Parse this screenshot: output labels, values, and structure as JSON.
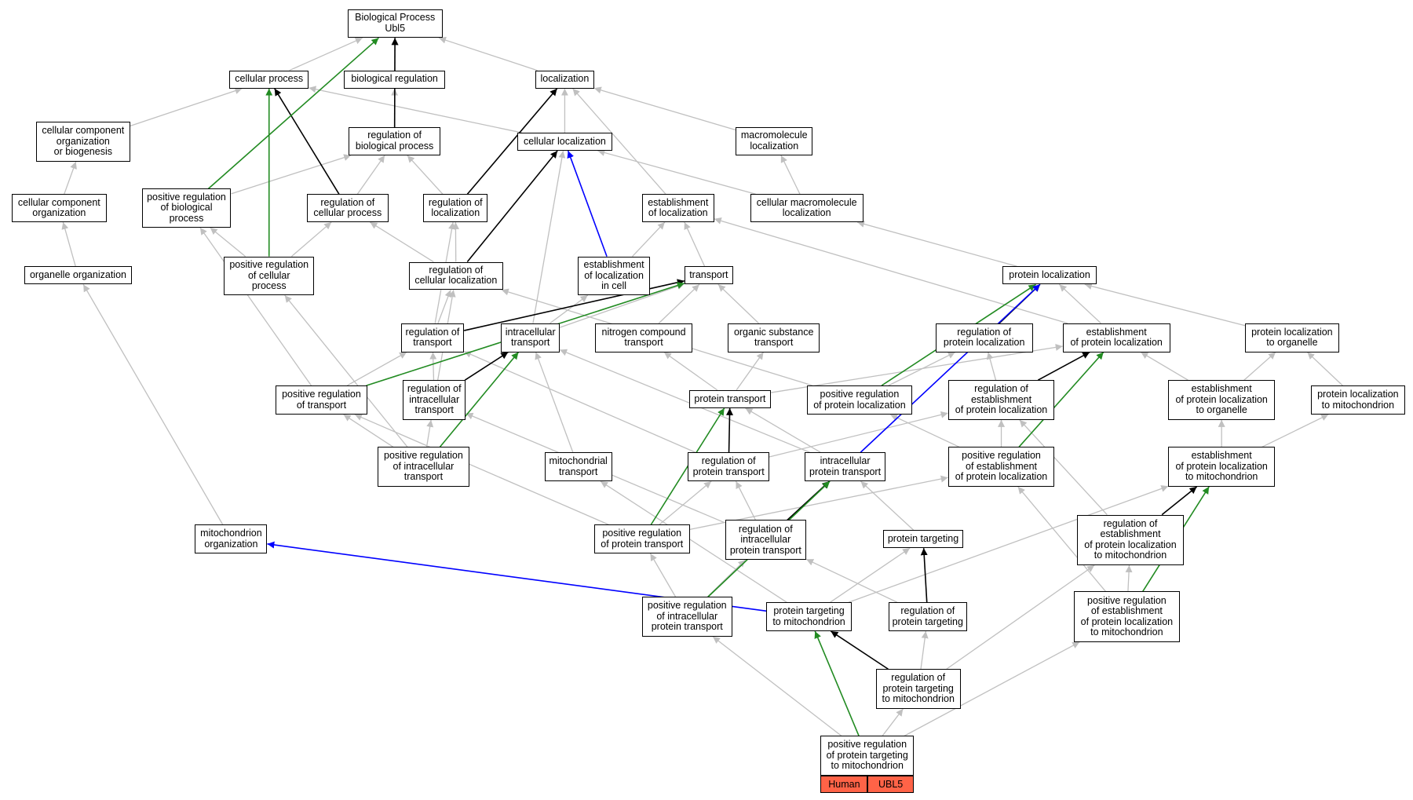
{
  "diagram": {
    "colors": {
      "is_a": "#c0c0c0",
      "part_of": "#000000",
      "positively_regulates": "#228b22",
      "occurs_in": "#0000ff",
      "annotation_fill": "#ff6347"
    },
    "nodes": [
      {
        "id": "bp",
        "label": "Biological Process\nUbl5"
      },
      {
        "id": "cp",
        "label": "cellular process"
      },
      {
        "id": "breg",
        "label": "biological regulation"
      },
      {
        "id": "loc",
        "label": "localization"
      },
      {
        "id": "ccob",
        "label": "cellular component\norganization\nor biogenesis"
      },
      {
        "id": "rbp",
        "label": "regulation of\nbiological process"
      },
      {
        "id": "cloc",
        "label": "cellular localization"
      },
      {
        "id": "mml",
        "label": "macromolecule\nlocalization"
      },
      {
        "id": "cco",
        "label": "cellular component\norganization"
      },
      {
        "id": "prbp",
        "label": "positive regulation\nof biological\nprocess"
      },
      {
        "id": "rcp",
        "label": "regulation of\ncellular process"
      },
      {
        "id": "rloc",
        "label": "regulation of\nlocalization"
      },
      {
        "id": "eloc",
        "label": "establishment\nof localization"
      },
      {
        "id": "cmml",
        "label": "cellular macromolecule\nlocalization"
      },
      {
        "id": "oo",
        "label": "organelle organization"
      },
      {
        "id": "prcp",
        "label": "positive regulation\nof cellular\nprocess"
      },
      {
        "id": "rcloc",
        "label": "regulation of\ncellular localization"
      },
      {
        "id": "elic",
        "label": "establishment\nof localization\nin cell"
      },
      {
        "id": "tr",
        "label": "transport"
      },
      {
        "id": "pl",
        "label": "protein localization"
      },
      {
        "id": "rtr",
        "label": "regulation of\ntransport"
      },
      {
        "id": "itr",
        "label": "intracellular\ntransport"
      },
      {
        "id": "nct",
        "label": "nitrogen compound\ntransport"
      },
      {
        "id": "ost",
        "label": "organic substance\ntransport"
      },
      {
        "id": "rpl",
        "label": "regulation of\nprotein localization"
      },
      {
        "id": "epl",
        "label": "establishment\nof protein localization"
      },
      {
        "id": "plo",
        "label": "protein localization\nto organelle"
      },
      {
        "id": "prtr",
        "label": "positive regulation\nof transport"
      },
      {
        "id": "ritr",
        "label": "regulation of\nintracellular\ntransport"
      },
      {
        "id": "ptr",
        "label": "protein transport"
      },
      {
        "id": "prpl",
        "label": "positive regulation\nof protein localization"
      },
      {
        "id": "repl",
        "label": "regulation of\nestablishment\nof protein localization"
      },
      {
        "id": "eplo",
        "label": "establishment\nof protein localization\nto organelle"
      },
      {
        "id": "plm",
        "label": "protein localization\nto mitochondrion"
      },
      {
        "id": "pritr",
        "label": "positive regulation\nof intracellular\ntransport"
      },
      {
        "id": "mtr",
        "label": "mitochondrial\ntransport"
      },
      {
        "id": "rptr",
        "label": "regulation of\nprotein transport"
      },
      {
        "id": "iptr",
        "label": "intracellular\nprotein transport"
      },
      {
        "id": "prepl",
        "label": "positive regulation\nof establishment\nof protein localization"
      },
      {
        "id": "eplm",
        "label": "establishment\nof protein localization\nto mitochondrion"
      },
      {
        "id": "mo",
        "label": "mitochondrion\norganization"
      },
      {
        "id": "prptr",
        "label": "positive regulation\nof protein transport"
      },
      {
        "id": "riptr",
        "label": "regulation of\nintracellular\nprotein transport"
      },
      {
        "id": "pt",
        "label": "protein targeting"
      },
      {
        "id": "reploc",
        "label": "regulation of\nestablishment\nof protein localization\nto mitochondrion"
      },
      {
        "id": "priptr",
        "label": "positive regulation\nof intracellular\nprotein transport"
      },
      {
        "id": "ptm",
        "label": "protein targeting\nto mitochondrion"
      },
      {
        "id": "rpt",
        "label": "regulation of\nprotein targeting"
      },
      {
        "id": "preplm",
        "label": "positive regulation\nof establishment\nof protein localization\nto mitochondrion"
      },
      {
        "id": "rptm",
        "label": "regulation of\nprotein targeting\nto mitochondrion"
      },
      {
        "id": "prptm",
        "label": "positive regulation\nof protein targeting\nto mitochondrion"
      }
    ],
    "annotation": {
      "species": "Human",
      "gene": "UBL5"
    },
    "edges": [
      {
        "from": "cp",
        "to": "bp",
        "type": "is_a"
      },
      {
        "from": "breg",
        "to": "bp",
        "type": "is_a"
      },
      {
        "from": "loc",
        "to": "bp",
        "type": "is_a"
      },
      {
        "from": "rbp",
        "to": "bp",
        "type": "part_of"
      },
      {
        "from": "prbp",
        "to": "bp",
        "type": "positively_regulates"
      },
      {
        "from": "ccob",
        "to": "cp",
        "type": "is_a"
      },
      {
        "from": "cloc",
        "to": "cp",
        "type": "is_a"
      },
      {
        "from": "rcp",
        "to": "cp",
        "type": "part_of"
      },
      {
        "from": "prcp",
        "to": "cp",
        "type": "positively_regulates"
      },
      {
        "from": "rbp",
        "to": "breg",
        "type": "is_a"
      },
      {
        "from": "cloc",
        "to": "loc",
        "type": "is_a"
      },
      {
        "from": "mml",
        "to": "loc",
        "type": "is_a"
      },
      {
        "from": "eloc",
        "to": "loc",
        "type": "is_a"
      },
      {
        "from": "rloc",
        "to": "loc",
        "type": "part_of"
      },
      {
        "from": "cco",
        "to": "ccob",
        "type": "is_a"
      },
      {
        "from": "prbp",
        "to": "rbp",
        "type": "is_a"
      },
      {
        "from": "rcp",
        "to": "rbp",
        "type": "is_a"
      },
      {
        "from": "rloc",
        "to": "rbp",
        "type": "is_a"
      },
      {
        "from": "cmml",
        "to": "cloc",
        "type": "is_a"
      },
      {
        "from": "itr",
        "to": "cloc",
        "type": "is_a"
      },
      {
        "from": "rcloc",
        "to": "cloc",
        "type": "part_of"
      },
      {
        "from": "elic",
        "to": "cloc",
        "type": "occurs_in"
      },
      {
        "from": "cmml",
        "to": "mml",
        "type": "is_a"
      },
      {
        "from": "oo",
        "to": "cco",
        "type": "is_a"
      },
      {
        "from": "prcp",
        "to": "prbp",
        "type": "is_a"
      },
      {
        "from": "prtr",
        "to": "prbp",
        "type": "is_a"
      },
      {
        "from": "prcp",
        "to": "rcp",
        "type": "is_a"
      },
      {
        "from": "rcloc",
        "to": "rcp",
        "type": "is_a"
      },
      {
        "from": "rcloc",
        "to": "rloc",
        "type": "is_a"
      },
      {
        "from": "elic",
        "to": "eloc",
        "type": "is_a"
      },
      {
        "from": "tr",
        "to": "eloc",
        "type": "is_a"
      },
      {
        "from": "epl",
        "to": "eloc",
        "type": "is_a"
      },
      {
        "from": "pl",
        "to": "cmml",
        "type": "is_a"
      },
      {
        "from": "mo",
        "to": "oo",
        "type": "is_a"
      },
      {
        "from": "pritr",
        "to": "prcp",
        "type": "is_a"
      },
      {
        "from": "rtr",
        "to": "rcloc",
        "type": "is_a"
      },
      {
        "from": "ritr",
        "to": "rcloc",
        "type": "is_a"
      },
      {
        "from": "prpl",
        "to": "rcloc",
        "type": "is_a"
      },
      {
        "from": "itr",
        "to": "elic",
        "type": "is_a"
      },
      {
        "from": "rtr",
        "to": "rloc",
        "type": "is_a"
      },
      {
        "from": "itr",
        "to": "tr",
        "type": "is_a"
      },
      {
        "from": "nct",
        "to": "tr",
        "type": "is_a"
      },
      {
        "from": "ost",
        "to": "tr",
        "type": "is_a"
      },
      {
        "from": "rtr",
        "to": "tr",
        "type": "part_of"
      },
      {
        "from": "prtr",
        "to": "tr",
        "type": "positively_regulates"
      },
      {
        "from": "rpl",
        "to": "pl",
        "type": "part_of"
      },
      {
        "from": "epl",
        "to": "pl",
        "type": "is_a"
      },
      {
        "from": "plo",
        "to": "pl",
        "type": "is_a"
      },
      {
        "from": "prpl",
        "to": "pl",
        "type": "positively_regulates"
      },
      {
        "from": "iptr",
        "to": "pl",
        "type": "occurs_in"
      },
      {
        "from": "prtr",
        "to": "rtr",
        "type": "is_a"
      },
      {
        "from": "ritr",
        "to": "rtr",
        "type": "is_a"
      },
      {
        "from": "rptr",
        "to": "rtr",
        "type": "is_a"
      },
      {
        "from": "ritr",
        "to": "itr",
        "type": "part_of"
      },
      {
        "from": "mtr",
        "to": "itr",
        "type": "is_a"
      },
      {
        "from": "iptr",
        "to": "itr",
        "type": "is_a"
      },
      {
        "from": "pritr",
        "to": "itr",
        "type": "positively_regulates"
      },
      {
        "from": "ptr",
        "to": "nct",
        "type": "is_a"
      },
      {
        "from": "ptr",
        "to": "ost",
        "type": "is_a"
      },
      {
        "from": "prpl",
        "to": "rpl",
        "type": "is_a"
      },
      {
        "from": "repl",
        "to": "rpl",
        "type": "is_a"
      },
      {
        "from": "repl",
        "to": "epl",
        "type": "part_of"
      },
      {
        "from": "eplo",
        "to": "epl",
        "type": "is_a"
      },
      {
        "from": "ptr",
        "to": "epl",
        "type": "is_a"
      },
      {
        "from": "prepl",
        "to": "epl",
        "type": "positively_regulates"
      },
      {
        "from": "eplo",
        "to": "plo",
        "type": "is_a"
      },
      {
        "from": "plm",
        "to": "plo",
        "type": "is_a"
      },
      {
        "from": "pritr",
        "to": "prtr",
        "type": "is_a"
      },
      {
        "from": "prptr",
        "to": "prtr",
        "type": "is_a"
      },
      {
        "from": "pritr",
        "to": "ritr",
        "type": "is_a"
      },
      {
        "from": "riptr",
        "to": "ritr",
        "type": "is_a"
      },
      {
        "from": "rptr",
        "to": "ptr",
        "type": "part_of"
      },
      {
        "from": "iptr",
        "to": "ptr",
        "type": "is_a"
      },
      {
        "from": "prptr",
        "to": "ptr",
        "type": "positively_regulates"
      },
      {
        "from": "prepl",
        "to": "prpl",
        "type": "is_a"
      },
      {
        "from": "prepl",
        "to": "repl",
        "type": "is_a"
      },
      {
        "from": "rptr",
        "to": "repl",
        "type": "is_a"
      },
      {
        "from": "reploc",
        "to": "repl",
        "type": "is_a"
      },
      {
        "from": "eplm",
        "to": "eplo",
        "type": "is_a"
      },
      {
        "from": "eplm",
        "to": "plm",
        "type": "is_a"
      },
      {
        "from": "ptm",
        "to": "mtr",
        "type": "is_a"
      },
      {
        "from": "prptr",
        "to": "rptr",
        "type": "is_a"
      },
      {
        "from": "riptr",
        "to": "rptr",
        "type": "is_a"
      },
      {
        "from": "riptr",
        "to": "iptr",
        "type": "part_of"
      },
      {
        "from": "pt",
        "to": "iptr",
        "type": "is_a"
      },
      {
        "from": "priptr",
        "to": "iptr",
        "type": "positively_regulates"
      },
      {
        "from": "prptr",
        "to": "prepl",
        "type": "is_a"
      },
      {
        "from": "preplm",
        "to": "prepl",
        "type": "is_a"
      },
      {
        "from": "reploc",
        "to": "eplm",
        "type": "part_of"
      },
      {
        "from": "preplm",
        "to": "eplm",
        "type": "positively_regulates"
      },
      {
        "from": "ptm",
        "to": "eplm",
        "type": "is_a"
      },
      {
        "from": "ptm",
        "to": "mo",
        "type": "occurs_in"
      },
      {
        "from": "priptr",
        "to": "prptr",
        "type": "is_a"
      },
      {
        "from": "priptr",
        "to": "riptr",
        "type": "is_a"
      },
      {
        "from": "rpt",
        "to": "riptr",
        "type": "is_a"
      },
      {
        "from": "ptm",
        "to": "pt",
        "type": "is_a"
      },
      {
        "from": "rpt",
        "to": "pt",
        "type": "part_of"
      },
      {
        "from": "preplm",
        "to": "reploc",
        "type": "is_a"
      },
      {
        "from": "rptm",
        "to": "reploc",
        "type": "is_a"
      },
      {
        "from": "rptm",
        "to": "rpt",
        "type": "is_a"
      },
      {
        "from": "rptm",
        "to": "ptm",
        "type": "part_of"
      },
      {
        "from": "prptm",
        "to": "ptm",
        "type": "positively_regulates"
      },
      {
        "from": "prptm",
        "to": "priptr",
        "type": "is_a"
      },
      {
        "from": "prptm",
        "to": "rptm",
        "type": "is_a"
      },
      {
        "from": "prptm",
        "to": "preplm",
        "type": "is_a"
      }
    ]
  }
}
